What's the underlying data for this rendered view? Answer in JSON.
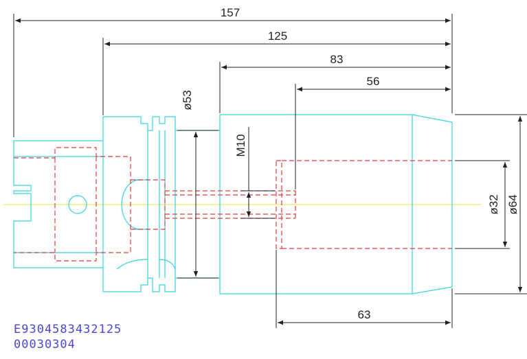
{
  "dimensions": {
    "overall_length": "157",
    "length_125": "125",
    "length_83": "83",
    "length_56": "56",
    "diameter_53": "ø53",
    "thread": "M10",
    "diameter_32": "ø32",
    "diameter_64": "ø64",
    "length_63": "63"
  },
  "part_codes": {
    "line1": "E9304583432125",
    "line2": "00030304"
  },
  "colors": {
    "outline": "#35d3e0",
    "hidden_lines": "#e23b3b",
    "centerline": "#e8e23a",
    "dimension": "#222222",
    "code_text": "#4848d8"
  }
}
